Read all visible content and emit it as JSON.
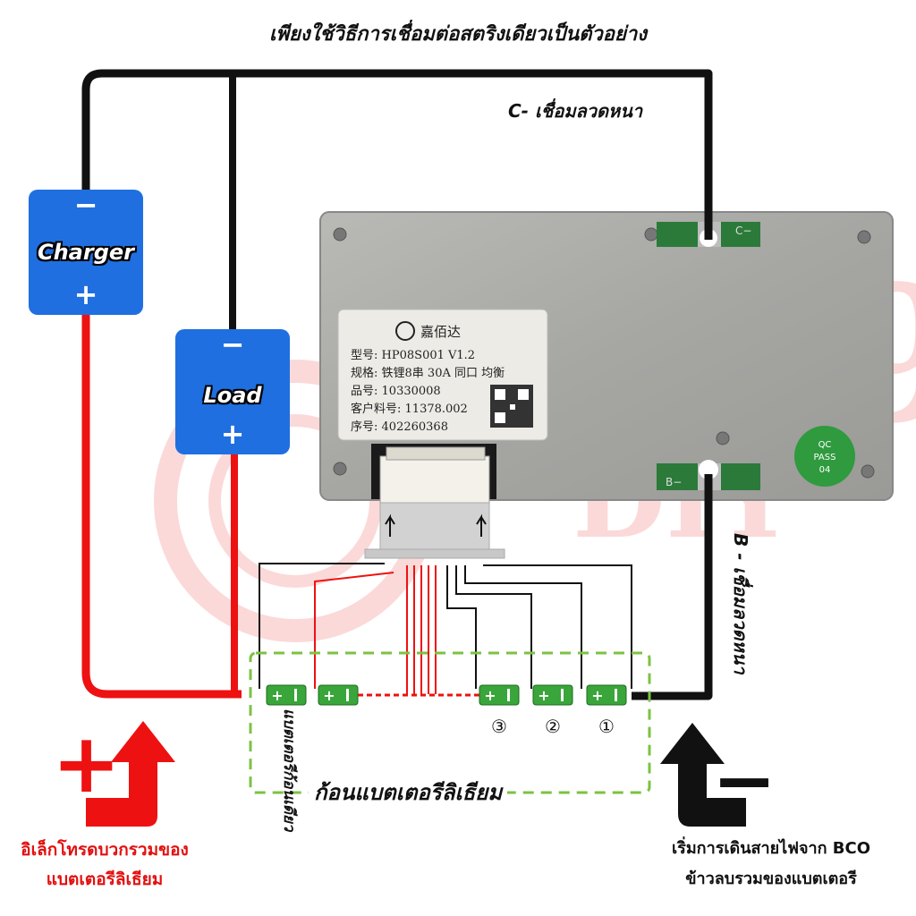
{
  "title": "เพียงใช้วิธีการเชื่อมต่อสตริงเดียวเป็นตัวอย่าง",
  "c_minus_label": "C- เชื่อมลวดหนา",
  "b_minus_label": "B - เชื่อมลวดหนา",
  "pack_label": "ก้อนแบตเตอรีลิเธียม",
  "cell_voltage_label": "แบตเตอรีก้อนเดียว",
  "red_note": [
    "อิเล็กโทรดบวกรวมของ",
    "แบตเตอรีลิเธียม"
  ],
  "bco_note": [
    "เริ่มการเดินสายไฟจาก BCO",
    "ข้าวลบรวมของแบตเตอรี"
  ],
  "charger": {
    "label": "Charger",
    "minus": "−",
    "plus": "+"
  },
  "load": {
    "label": "Load",
    "minus": "−",
    "plus": "+"
  },
  "big_plus": "+",
  "big_minus": "−",
  "cell_numbers": [
    "③",
    "②",
    "①"
  ],
  "bms": {
    "terminal_c": "C−",
    "terminal_b": "B−",
    "pass_badge": [
      "QC",
      "PASS",
      "04"
    ],
    "plate_brand": "嘉佰达",
    "plate_rows": [
      {
        "key": "型号:",
        "value": "HP08S001 V1.2"
      },
      {
        "key": "规格:",
        "value": "铁锂8串 30A 同口 均衡"
      },
      {
        "key": "品号:",
        "value": "10330008"
      },
      {
        "key": "客户料号:",
        "value": "11378.002"
      },
      {
        "key": "序号:",
        "value": "402260368"
      }
    ]
  },
  "watermark": [
    "999",
    "DIY"
  ],
  "colors": {
    "positive_wire": "#ee1111",
    "negative_wire": "#111111",
    "box_blue": "#1f6fe0",
    "cell_green": "#3aa53a",
    "pack_outline": "#7cc242",
    "badge_green": "#2f9a3e"
  }
}
